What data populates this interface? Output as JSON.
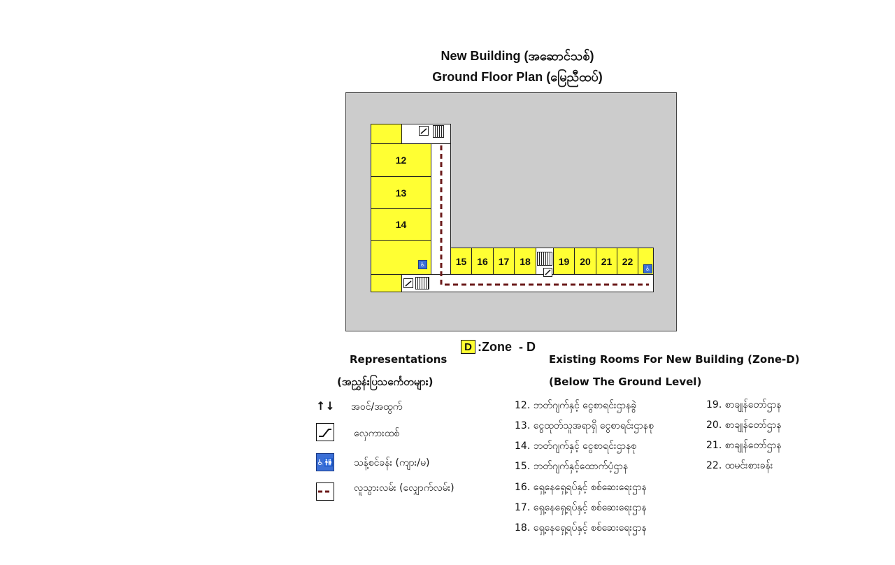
{
  "title": {
    "line1": "New Building (အဆောင်သစ်)",
    "line2": "Ground Floor Plan (မြေညီထပ်)"
  },
  "plan": {
    "room_labels": [
      "12",
      "13",
      "14",
      "15",
      "16",
      "17",
      "18",
      "19",
      "20",
      "21",
      "22"
    ],
    "room_color": "#ffff33",
    "background_color": "#cccccc",
    "corridor_color": "#6b1a1a"
  },
  "zone": {
    "badge": "D",
    "text": ":Zone  - D"
  },
  "legend": {
    "heading": "Representations",
    "subheading": "(အညွှန်းပြသင်္ကေတများ)",
    "items": [
      {
        "icon": "up-down-arrows-icon",
        "symbol": "↑↓",
        "label": "အဝင်/အထွက်"
      },
      {
        "icon": "elevator-icon",
        "label": "လှေကားထစ်"
      },
      {
        "icon": "toilet-icon",
        "label": "သန့်စင်ခန်း (ကျား/မ)"
      },
      {
        "icon": "walkway-icon",
        "label": "လူသွားလမ်း (လျှောက်လမ်း)"
      }
    ]
  },
  "rooms_list": {
    "heading": "Existing Rooms For New Building (Zone-D)",
    "subheading": "(Below The Ground Level)",
    "left": [
      "12. ဘတ်ဂျက်နှင့် ငွေစာရင်းဌာနခွဲ",
      "13. ငွေထုတ်သူအရာရှိ ငွေစာရင်းဌာနစု",
      "14. ဘတ်ဂျက်နှင့် ငွေစာရင်းဌာနစု",
      "15. ဘတ်ဂျက်နှင့်ထောက်ပံ့ဌာန",
      "16. ရှေ့နေရှေ့ရပ်နှင့် စစ်ဆေးရေးဌာန",
      "17. ရှေ့နေရှေ့ရပ်နှင့် စစ်ဆေးရေးဌာန",
      "18. ရှေ့နေရှေ့ရပ်နှင့် စစ်ဆေးရေးဌာန"
    ],
    "right": [
      "19. စာချုန်တော်ဌာန",
      "20. စာချုန်တော်ဌာန",
      "21. စာချုန်တော်ဌာန",
      "22. ထမင်းစားခန်း"
    ]
  }
}
